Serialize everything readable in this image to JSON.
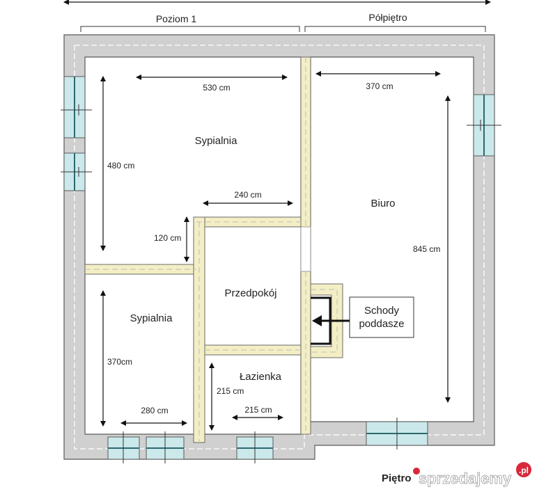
{
  "sections": {
    "level1": "Poziom 1",
    "mezzanine": "Półpiętro"
  },
  "rooms": {
    "bedroom_top": "Sypialnia",
    "bedroom_bottom": "Sypialnia",
    "office": "Biuro",
    "hall": "Przedpokój",
    "bathroom": "Łazienka"
  },
  "dimensions": {
    "bedroom_top_width": "530 cm",
    "bedroom_top_height": "480 cm",
    "bedroom_top_notch_width": "240 cm",
    "bedroom_top_notch_height": "120 cm",
    "office_width": "370 cm",
    "office_height": "845 cm",
    "bedroom_bottom_height": "370cm",
    "bedroom_bottom_width": "280 cm",
    "bathroom_height": "215 cm",
    "bathroom_width": "215 cm"
  },
  "stairs_label": {
    "line1": "Schody",
    "line2": "poddasze"
  },
  "floor_title": "Piętro",
  "watermark": {
    "text": "sprzedajemy",
    "badge": ".pl"
  },
  "colors": {
    "wall": "#d0d0d0",
    "partition": "#f3eec4",
    "window": "#cbe8ea"
  }
}
